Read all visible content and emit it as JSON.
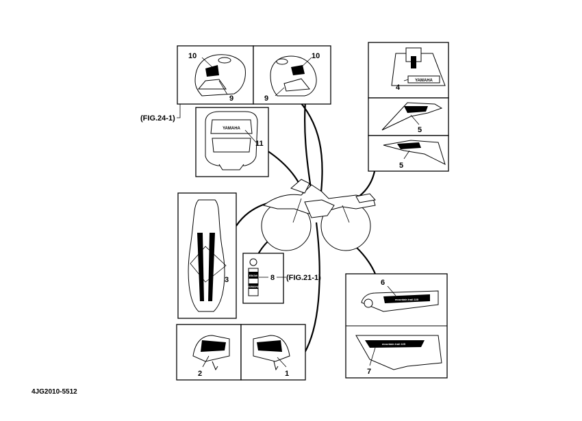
{
  "labels": {
    "p1": "1",
    "p2": "2",
    "p3": "3",
    "p4": "4",
    "p5a": "5",
    "p5b": "5",
    "p6": "6",
    "p7": "7",
    "p8": "8",
    "p9a": "9",
    "p9b": "9",
    "p10a": "10",
    "p10b": "10",
    "p11": "11"
  },
  "refs": {
    "fig24": "(FIG.24-1)",
    "fig21": "(FIG.21-1)"
  },
  "decals": {
    "yamaha_shroud": "YAMAHA",
    "yamaha_headlight": "YAMAHA",
    "trail_upper": "mountain trail 225",
    "trail_lower": "mountain trail 225",
    "shock_top": "EBOW",
    "shock_bottom": "YAMAHA"
  },
  "code": "4JG2010-5512"
}
